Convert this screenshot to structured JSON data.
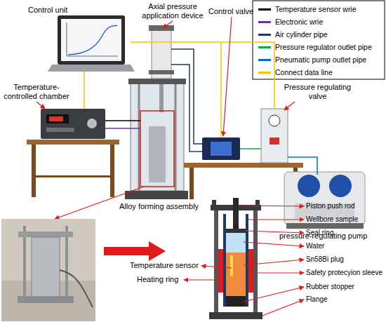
{
  "diagram": {
    "labels": [
      "Control unit",
      "Axial pressure application device",
      "Control valve",
      "Temperature-controlled chamber",
      "Pressure regulating valve",
      "Alloy forming assembly",
      "pressure-regulating pump",
      "Piston push rod",
      "Wellbore sample",
      "Seal ring",
      "Water",
      "Temperature sensor",
      "Heating ring",
      "Sn58Bi plug",
      "Safety protecyion sleeve",
      "Rubber stopper",
      "Flange"
    ],
    "legend": [
      {
        "text": "Temperature sensor wrie",
        "color": "#000000"
      },
      {
        "text": "Electronic wrie",
        "color": "#7030a0"
      },
      {
        "text": "Air cylinder pipe",
        "color": "#1f3864"
      },
      {
        "text": "Pressure regulator outlet pipe",
        "color": "#00b050"
      },
      {
        "text": "Pneumatic pump outlet pipe",
        "color": "#0070c0"
      },
      {
        "text": "Connect data line",
        "color": "#ffc000"
      }
    ]
  }
}
